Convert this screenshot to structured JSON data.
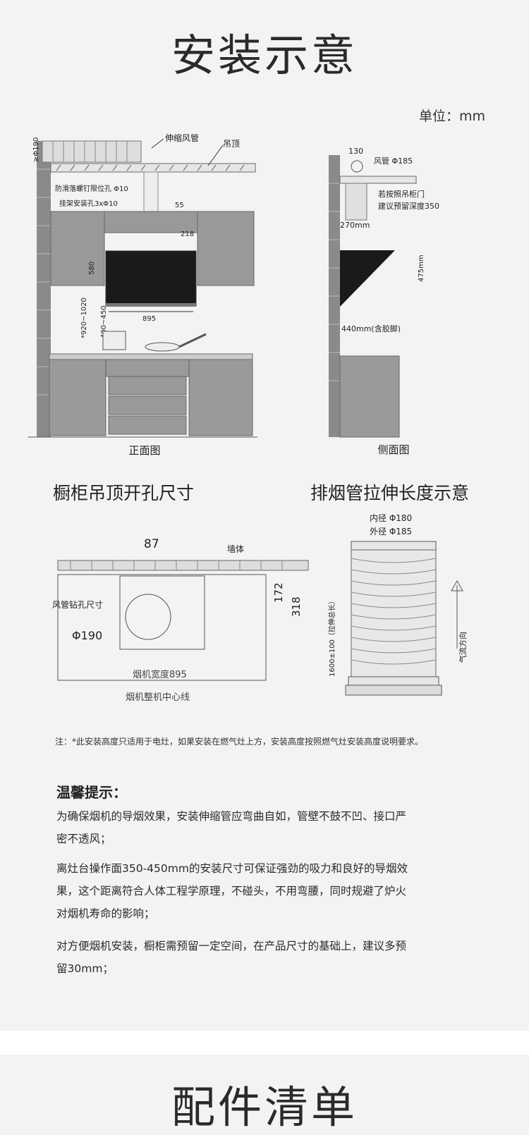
{
  "page_title": "安装示意",
  "unit_label": "单位：mm",
  "front_view": {
    "caption": "正面图",
    "labels": {
      "duct": "伸缩风管",
      "ceiling": "吊顶",
      "anti_slip": "防滑落螺钉限位孔 Φ10",
      "hanger": "挂架安装孔3xΦ10",
      "d190": "≥Φ190",
      "d55": "55",
      "d218": "218",
      "d580": "580",
      "d920": "*920~1020",
      "d400": "400~450",
      "d895": "895"
    }
  },
  "side_view": {
    "caption": "侧面图",
    "labels": {
      "d130": "130",
      "pipe": "风管 Φ185",
      "hint1": "若按照吊柜门",
      "hint2": "建议预留深度350",
      "d270": "270mm",
      "d475": "475mm",
      "d440": "440mm(含胶脚)"
    }
  },
  "cabinet_hole": {
    "title": "橱柜吊顶开孔尺寸",
    "labels": {
      "d87": "87",
      "wall": "墙体",
      "drill": "风管钻孔尺寸",
      "d190": "Φ190",
      "d172": "172",
      "d318": "318",
      "width": "烟机宽度895",
      "center": "烟机整机中心线"
    }
  },
  "duct_stretch": {
    "title": "排烟管拉伸长度示意",
    "labels": {
      "inner": "内径 Φ180",
      "outer": "外径 Φ185",
      "length": "1600±100（拉伸总长）",
      "airflow": "气流方向"
    }
  },
  "note": "注：*此安装高度只适用于电灶，如果安装在燃气灶上方，安装高度按照燃气灶安装高度说明要求。",
  "tips": {
    "title": "温馨提示：",
    "items": [
      "为确保烟机的导烟效果，安装伸缩管应弯曲自如，管壁不鼓不凹、接口严密不透风；",
      "离灶台操作面350-450mm的安装尺寸可保证强劲的吸力和良好的导烟效果，这个距离符合人体工程学原理，不碰头，不用弯腰，同时规避了炉火对烟机寿命的影响；",
      "对方便烟机安装，橱柜需预留一定空间，在产品尺寸的基础上，建议多预留30mm；"
    ]
  },
  "bottom_title": "配件清单"
}
